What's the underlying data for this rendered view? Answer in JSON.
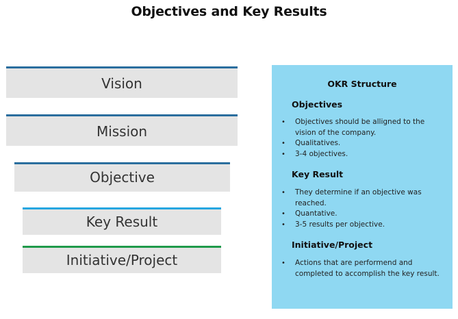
{
  "header": {
    "title": "Objectives and Key Results"
  },
  "levels": [
    {
      "label": "Vision",
      "bar_color": "#2a6e9e"
    },
    {
      "label": "Mission",
      "bar_color": "#2a6e9e"
    },
    {
      "label": "Objective",
      "bar_color": "#2a6e9e"
    },
    {
      "label": "Key Result",
      "bar_color": "#26a6e0"
    },
    {
      "label": "Initiative/Project",
      "bar_color": "#1f9a4a"
    }
  ],
  "panel": {
    "title": "OKR Structure",
    "background": "#8fd8f2",
    "sections": [
      {
        "heading": "Objectives",
        "bullets": [
          "Objectives should be alligned to the vision of the company.",
          "Qualitatives.",
          "3-4 objectives."
        ]
      },
      {
        "heading": "Key Result",
        "bullets": [
          "They determine if an objective was reached.",
          "Quantative.",
          "3-5 results per objective."
        ]
      },
      {
        "heading": "Initiative/Project",
        "bullets": [
          "Actions that are performend and completed to accomplish the key result."
        ]
      }
    ]
  }
}
